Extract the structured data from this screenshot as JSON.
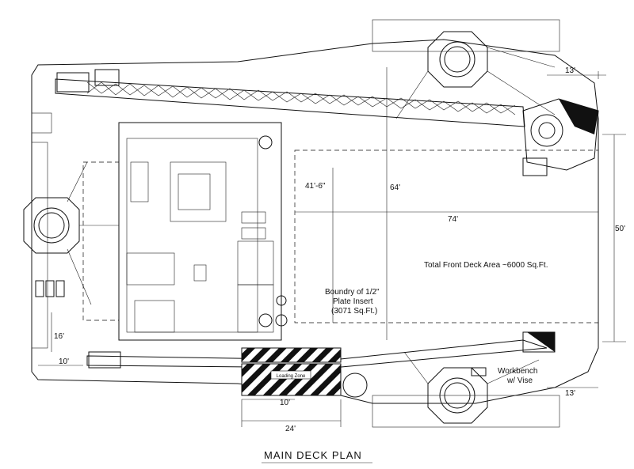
{
  "title": "MAIN DECK PLAN",
  "dimensions": {
    "top_right_13": "13'",
    "bottom_right_13": "13'",
    "height_64": "64'",
    "height_41_6": "41'-6\"",
    "width_74": "74'",
    "right_50": "50'",
    "left_16": "16'",
    "left_10": "10'",
    "bottom_10": "10'",
    "bottom_24": "24'"
  },
  "notes": {
    "deck_area": "Total Front Deck Area ~6000 Sq.Ft.",
    "boundary_line1": "Boundry of 1/2\"",
    "boundary_line2": "Plate Insert",
    "boundary_line3": "(3071 Sq.Ft.)",
    "workbench_line1": "Workbench",
    "workbench_line2": "w/ Vise",
    "loading_zone": "Loading Zone"
  }
}
